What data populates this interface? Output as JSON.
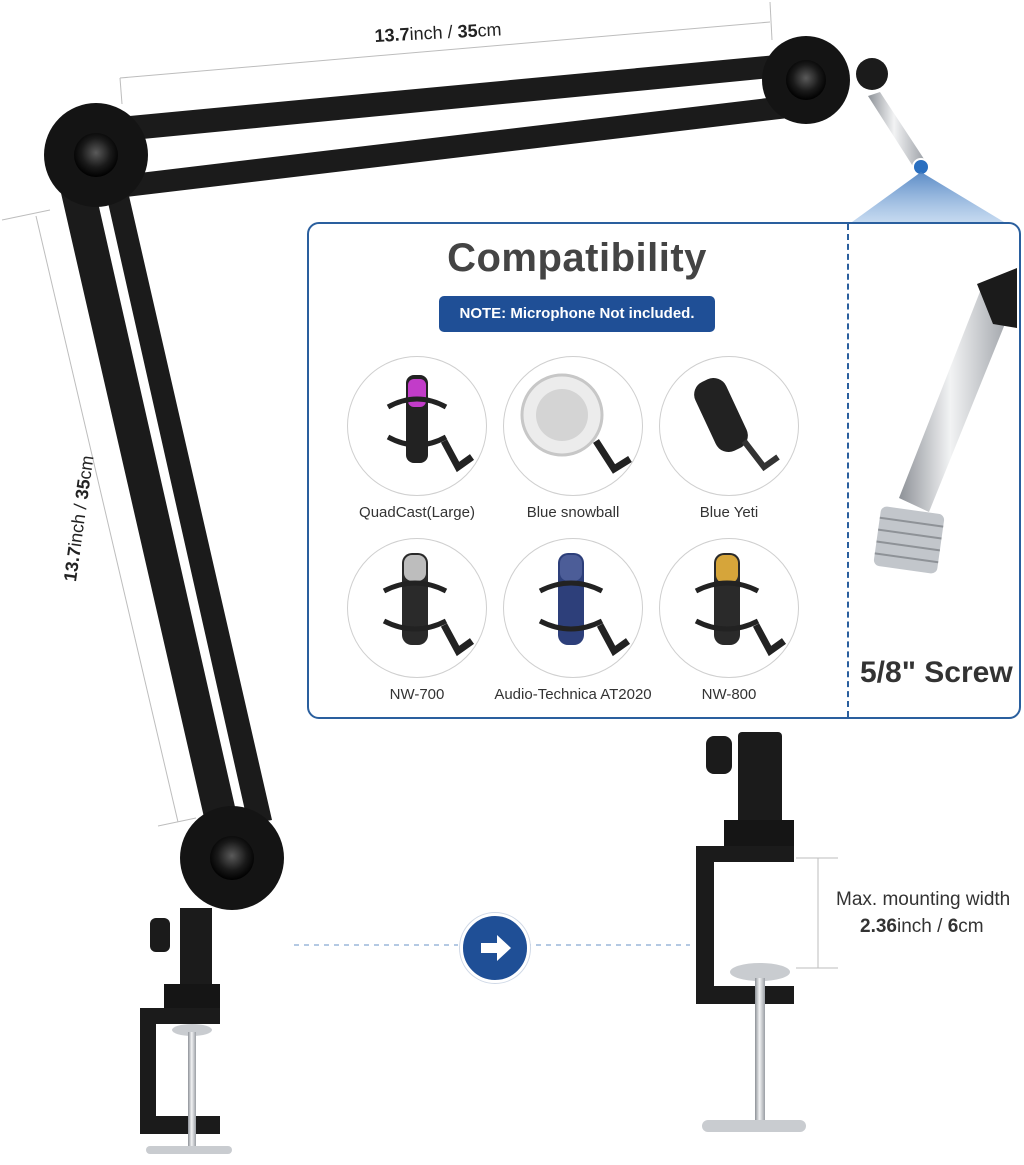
{
  "dimensions": {
    "top": {
      "number": "13.7",
      "unit1": "inch",
      "sep": " / ",
      "metric": "35",
      "unit2": "cm"
    },
    "left": {
      "number": "13.7",
      "unit1": "inch",
      "sep": " / ",
      "metric": "35",
      "unit2": "cm"
    }
  },
  "compatibility": {
    "title": "Compatibility",
    "note": "NOTE: Microphone Not included.",
    "microphones": [
      {
        "name": "QuadCast(Large)",
        "icon": "quadcast-mic-icon"
      },
      {
        "name": "Blue snowball",
        "icon": "snowball-mic-icon"
      },
      {
        "name": "Blue Yeti",
        "icon": "yeti-mic-icon"
      },
      {
        "name": "NW-700",
        "icon": "nw700-mic-icon"
      },
      {
        "name": "Audio-Technica AT2020",
        "icon": "at2020-mic-icon"
      },
      {
        "name": "NW-800",
        "icon": "nw800-mic-icon"
      }
    ]
  },
  "screw": {
    "label": "5/8\" Screw"
  },
  "mounting": {
    "line1": "Max. mounting width",
    "value_inch": "2.36",
    "unit_inch": "inch",
    "sep": " / ",
    "value_cm": "6",
    "unit_cm": "cm"
  },
  "colors": {
    "accent": "#1f4f96",
    "arm": "#1b1b1b",
    "chrome": "#b9bdc2"
  }
}
